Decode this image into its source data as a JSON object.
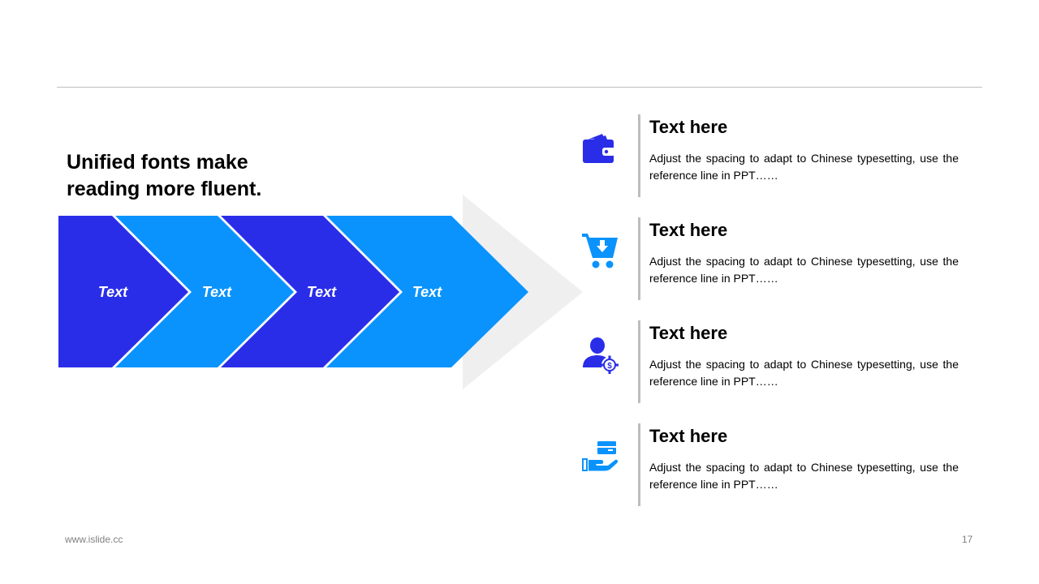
{
  "heading": {
    "line1": "Unified fonts make",
    "line2": "reading more fluent."
  },
  "chevrons": [
    {
      "label": "Text",
      "color": "#2a2de8"
    },
    {
      "label": "Text",
      "color": "#0a93fc"
    },
    {
      "label": "Text",
      "color": "#2a2de8"
    },
    {
      "label": "Text",
      "color": "#0a93fc"
    }
  ],
  "items": [
    {
      "icon": "wallet-icon",
      "title": "Text here",
      "desc": "Adjust the spacing to adapt to Chinese typesetting, use the reference line in PPT……",
      "color": "#2a2de8"
    },
    {
      "icon": "shopping-cart-icon",
      "title": "Text here",
      "desc": "Adjust the spacing to adapt to Chinese typesetting, use the reference line in PPT……",
      "color": "#0a93fc"
    },
    {
      "icon": "user-money-icon",
      "title": "Text here",
      "desc": "Adjust the spacing to adapt to Chinese typesetting, use the reference line in PPT……",
      "color": "#2a2de8"
    },
    {
      "icon": "card-in-hand-icon",
      "title": "Text here",
      "desc": "Adjust the spacing to adapt to Chinese typesetting, use the reference line in PPT……",
      "color": "#0a93fc"
    }
  ],
  "footer": {
    "url": "www.islide.cc",
    "page": "17"
  }
}
